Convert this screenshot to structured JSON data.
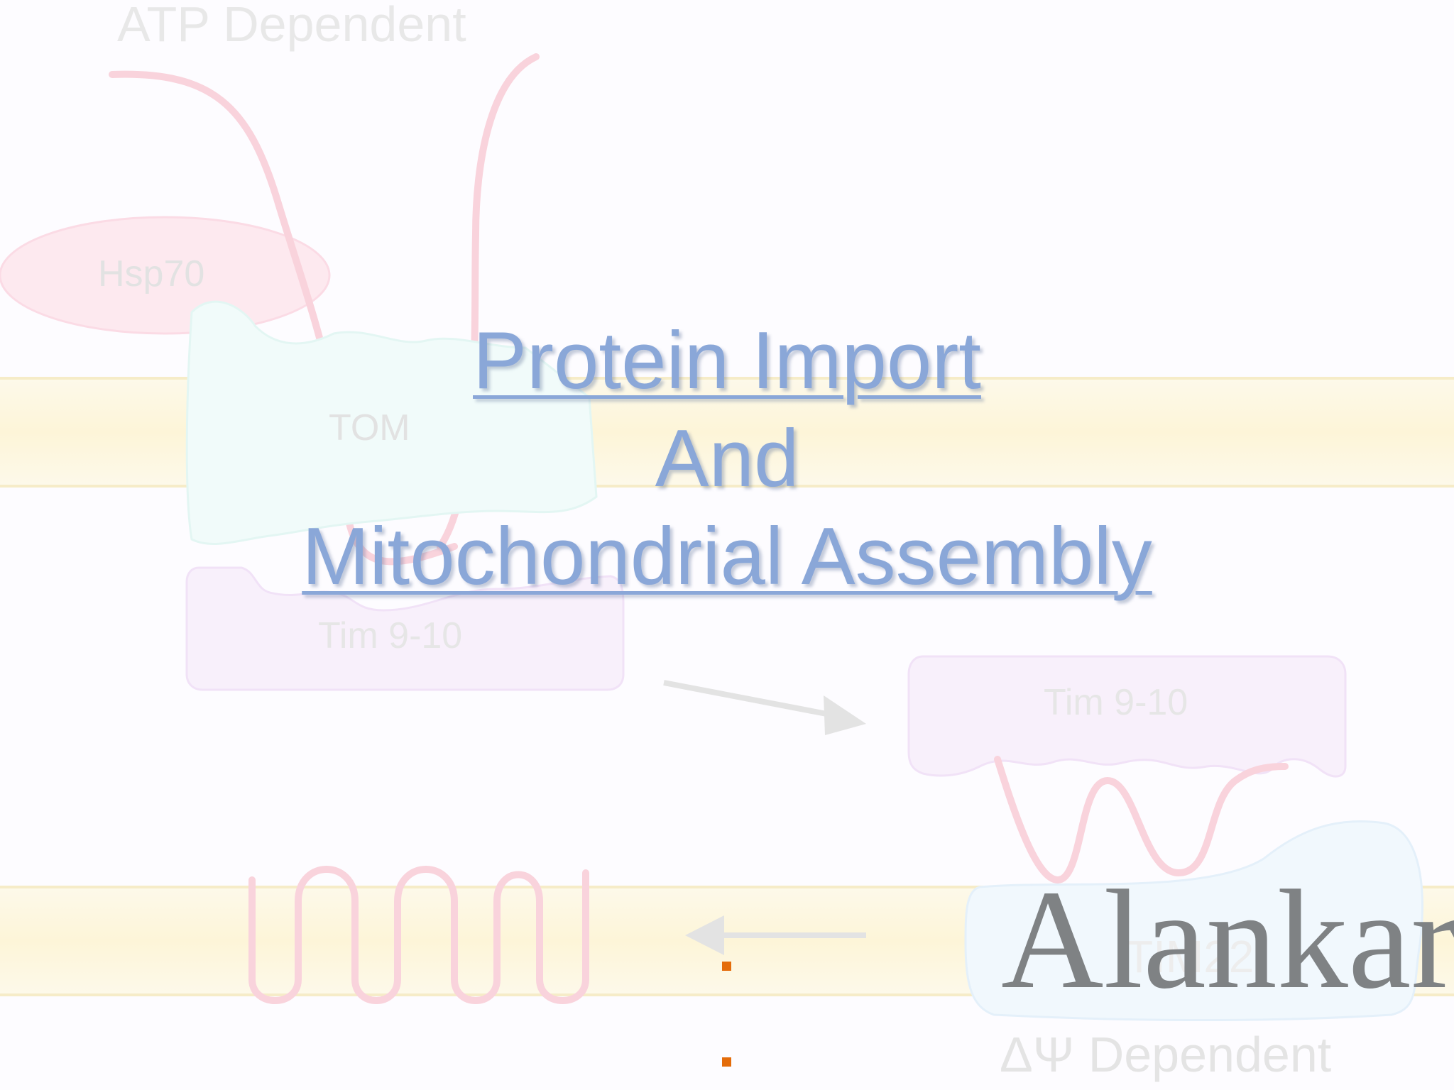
{
  "diagram": {
    "labels": {
      "atp_dependent": "ATP Dependent",
      "hsp70": "Hsp70",
      "tom": "TOM",
      "tim910_a": "Tim 9-10",
      "tim910_b": "Tim 9-10",
      "tim22": "TIM22",
      "dpsi_dependent": "ΔΨ Dependent"
    }
  },
  "slide": {
    "title_line1": "Protein Import",
    "title_line2": "And",
    "title_line3": "Mitochondrial Assembly",
    "author": "Alankar",
    "bullet_color": "#e46c0a",
    "title_color": "#8aa7d8"
  }
}
